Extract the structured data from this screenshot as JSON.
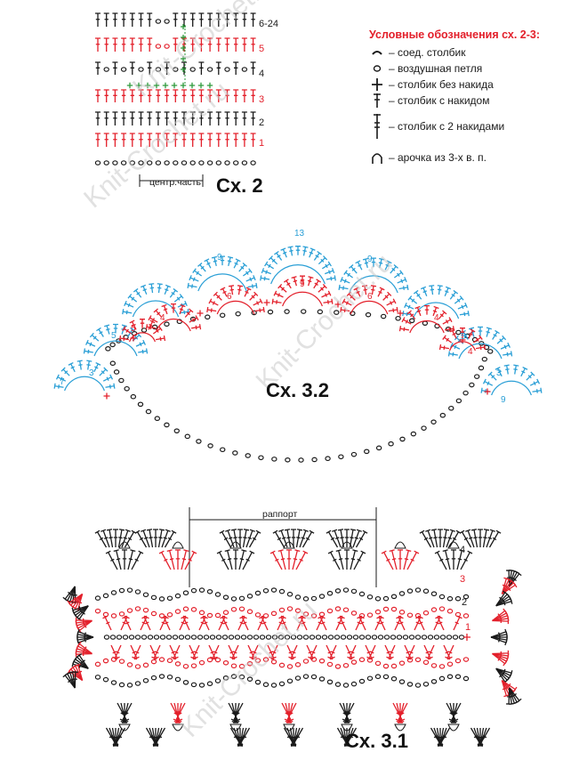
{
  "watermark": "Knit-Crochet.ru",
  "legend": {
    "title": "Условные обозначения сх. 2-3:",
    "items": [
      {
        "icon": "slip-stitch-icon",
        "text": "– соед. столбик"
      },
      {
        "icon": "chain-stitch-icon",
        "text": "– воздушная петля"
      },
      {
        "icon": "single-crochet-icon",
        "text": "– столбик без накида"
      },
      {
        "icon": "double-crochet-icon",
        "text": "– столбик с накидом"
      },
      {
        "icon": "treble-crochet-icon",
        "text": "– столбик с 2 накидами"
      },
      {
        "icon": "chain-arch-icon",
        "text": "– арочка из 3-х в. п."
      }
    ]
  },
  "schema2": {
    "title": "Сх. 2",
    "center_label": "центр.часть",
    "row_labels": [
      "6-24",
      "5",
      "4",
      "3",
      "2",
      "1"
    ]
  },
  "schema32": {
    "title": "Сх. 3.2",
    "numbers": [
      "13",
      "9",
      "9",
      "9",
      "6",
      "6",
      "4",
      "4",
      "5",
      "5",
      "5",
      "4",
      "3",
      "3",
      "7",
      "9"
    ]
  },
  "schema31": {
    "title": "Сх. 3.1",
    "repeat_label": "раппорт",
    "row_numbers": [
      "4",
      "3",
      "2",
      "1"
    ]
  },
  "colors": {
    "red": "#e3202b",
    "black": "#1a1a1a",
    "blue": "#2a9fd6",
    "green": "#2e9a3c",
    "watermark": "#c8c8c8"
  }
}
